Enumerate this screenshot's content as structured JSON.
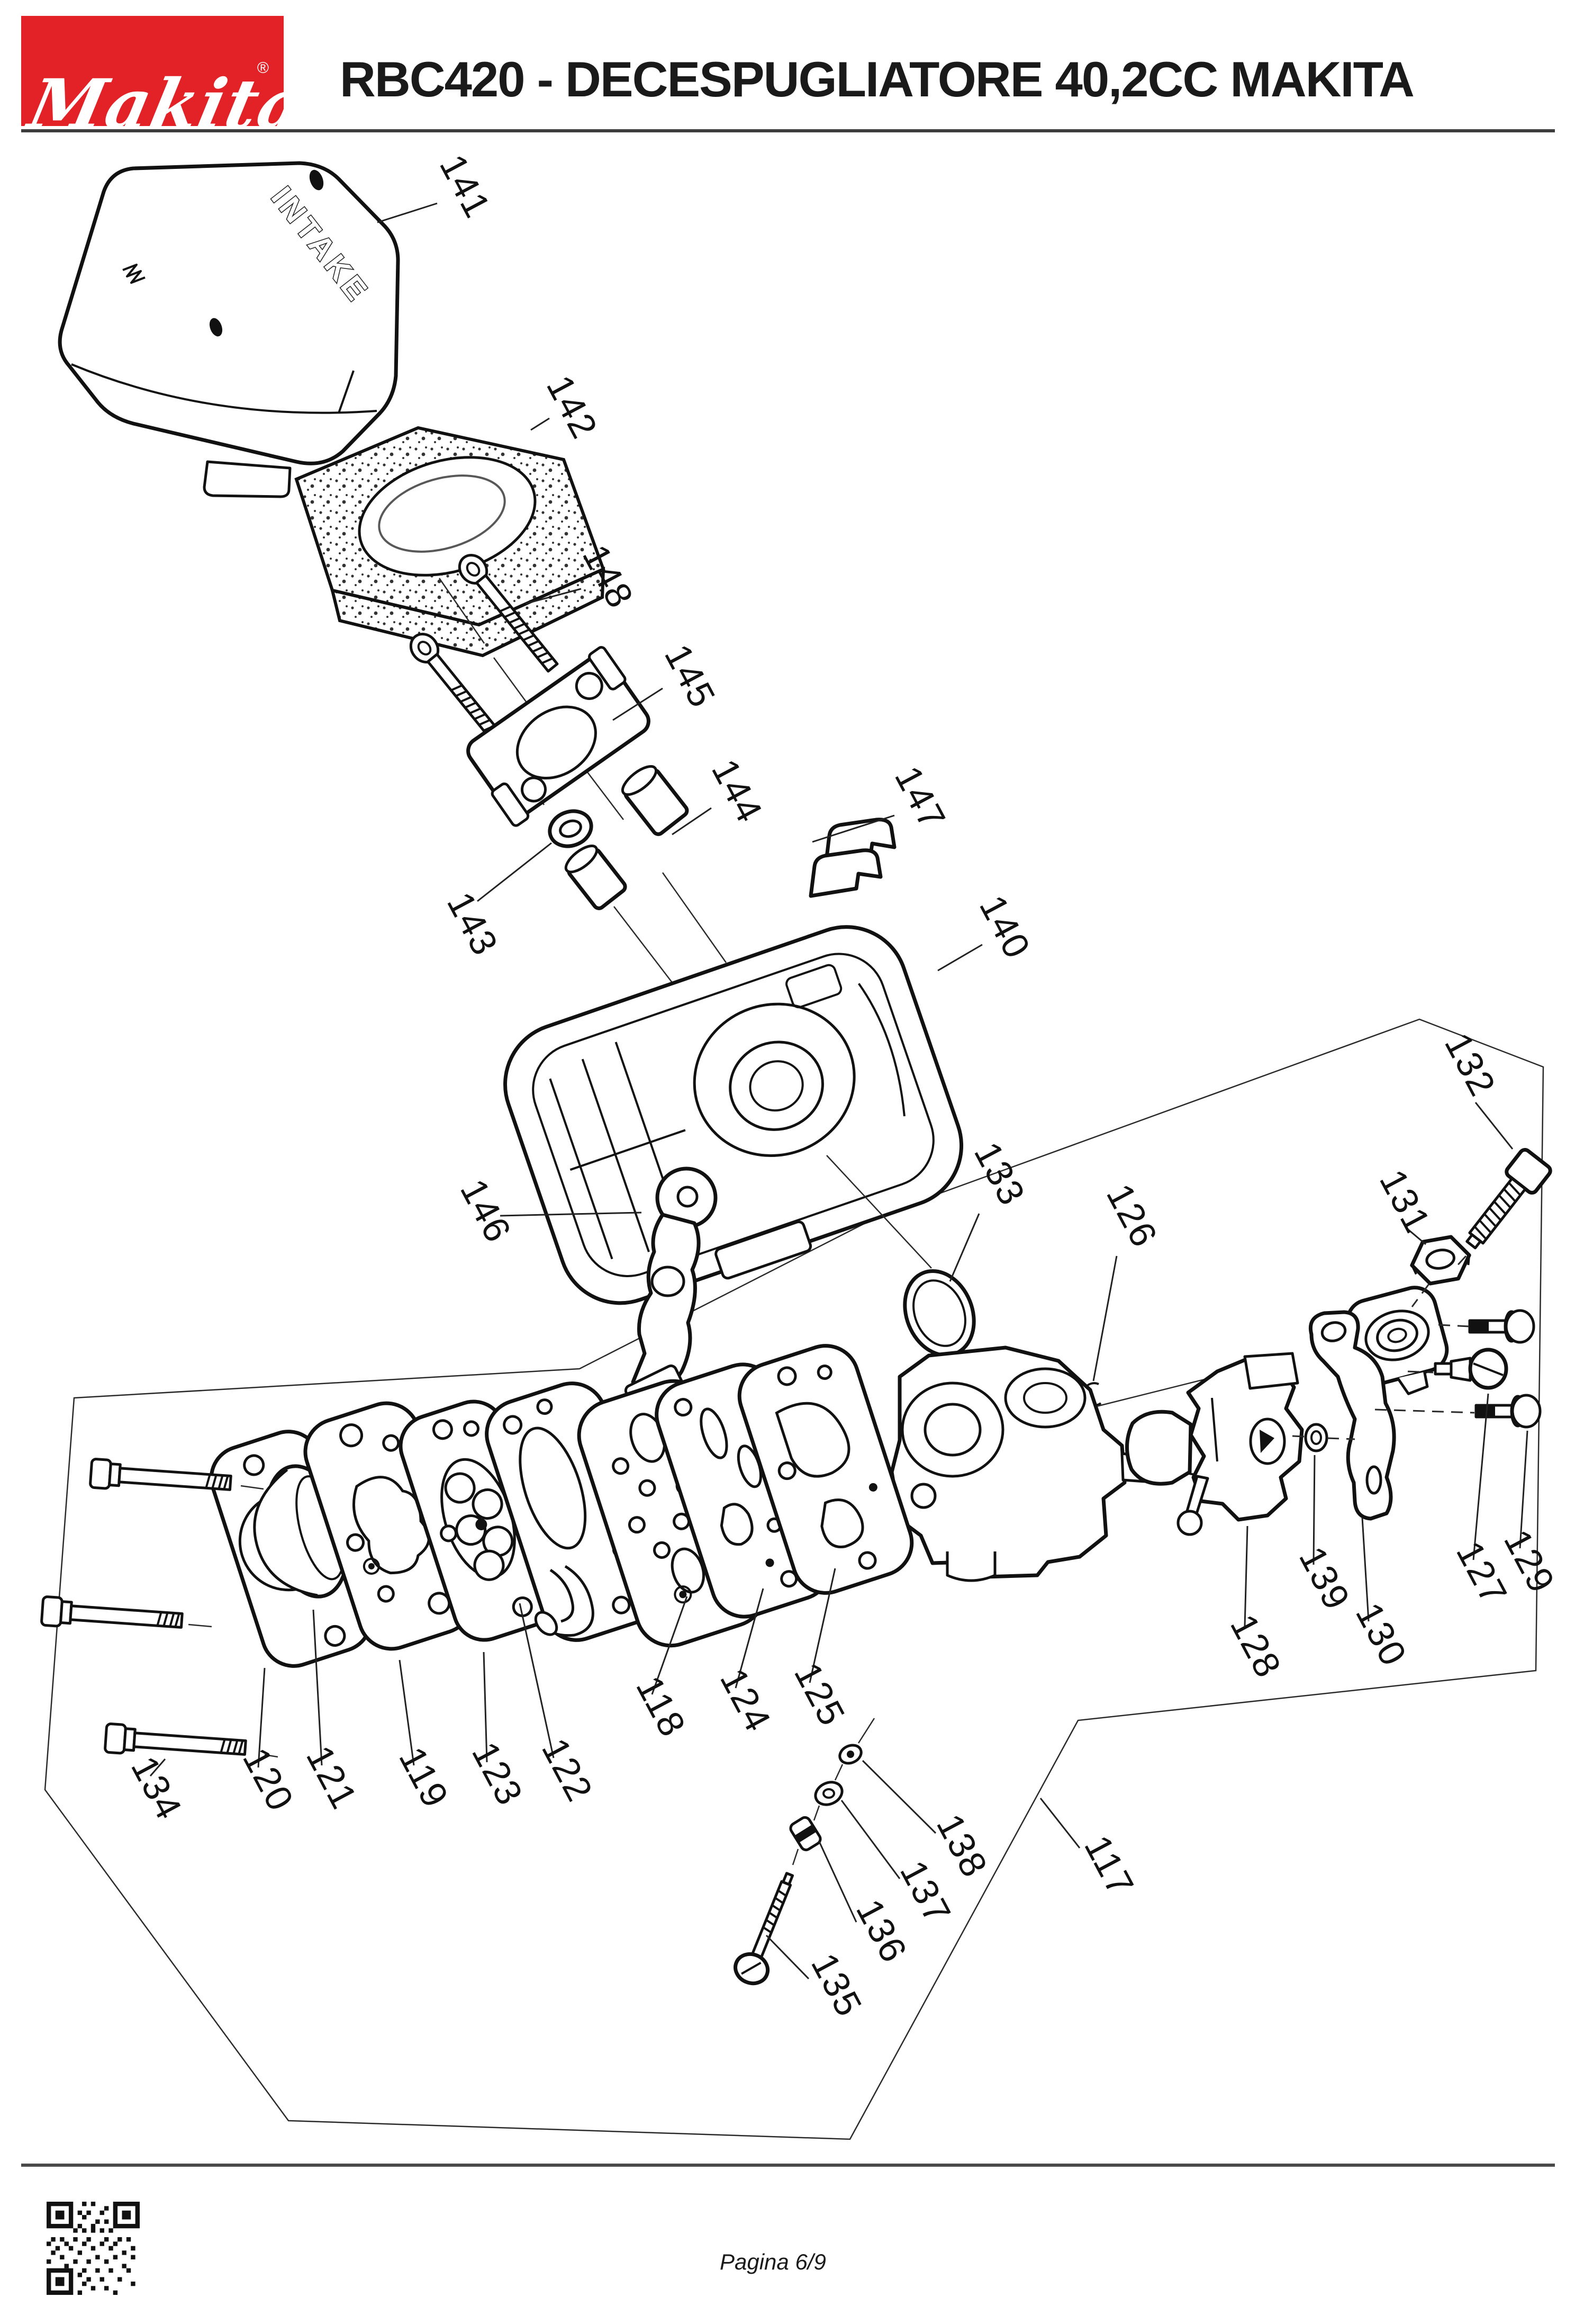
{
  "header": {
    "logo_text": "Makita",
    "registered_mark": "®",
    "title": "RBC420 - DECESPUGLIATORE 40,2CC MAKITA"
  },
  "diagram": {
    "embossed_text": "INTAKE",
    "part_labels": [
      "141",
      "142",
      "148",
      "145",
      "144",
      "147",
      "140",
      "143",
      "146",
      "133",
      "126",
      "132",
      "131",
      "134",
      "120",
      "121",
      "119",
      "123",
      "122",
      "118",
      "124",
      "125",
      "128",
      "139",
      "130",
      "127",
      "129",
      "138",
      "137",
      "136",
      "135",
      "117"
    ]
  },
  "footer": {
    "page_label": "Pagina 6/9"
  },
  "colors": {
    "makita_red": "#e32227",
    "line_art": "#1a1a1a"
  }
}
